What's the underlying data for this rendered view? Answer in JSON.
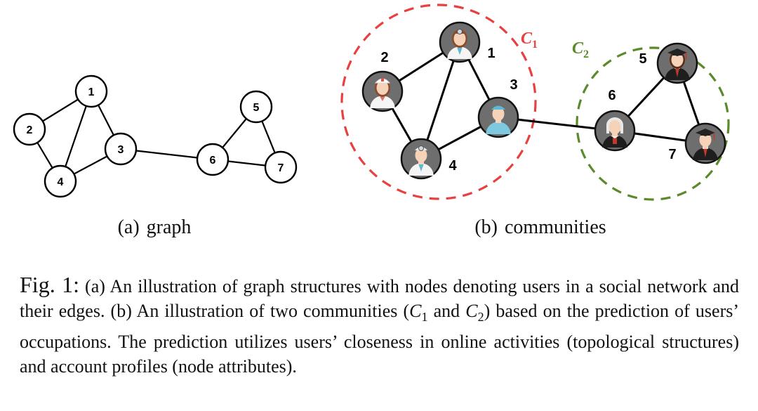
{
  "panel_a": {
    "nodes": [
      {
        "id": "1",
        "label": "1"
      },
      {
        "id": "2",
        "label": "2"
      },
      {
        "id": "3",
        "label": "3"
      },
      {
        "id": "4",
        "label": "4"
      },
      {
        "id": "5",
        "label": "5"
      },
      {
        "id": "6",
        "label": "6"
      },
      {
        "id": "7",
        "label": "7"
      }
    ],
    "edges": [
      [
        "1",
        "2"
      ],
      [
        "1",
        "3"
      ],
      [
        "1",
        "4"
      ],
      [
        "2",
        "4"
      ],
      [
        "3",
        "4"
      ],
      [
        "3",
        "6"
      ],
      [
        "5",
        "6"
      ],
      [
        "5",
        "7"
      ],
      [
        "6",
        "7"
      ]
    ],
    "subcaption_tag": "(a)",
    "subcaption_text": "graph"
  },
  "panel_b": {
    "nodes": [
      {
        "id": "1",
        "label": "1",
        "icon": "doctor-female-icon"
      },
      {
        "id": "2",
        "label": "2",
        "icon": "nurse-female-icon"
      },
      {
        "id": "3",
        "label": "3",
        "icon": "nurse-male-icon"
      },
      {
        "id": "4",
        "label": "4",
        "icon": "doctor-male-icon"
      },
      {
        "id": "5",
        "label": "5",
        "icon": "graduate-female-icon"
      },
      {
        "id": "6",
        "label": "6",
        "icon": "judge-icon"
      },
      {
        "id": "7",
        "label": "7",
        "icon": "graduate-male-icon"
      }
    ],
    "edges": [
      [
        "1",
        "2"
      ],
      [
        "1",
        "3"
      ],
      [
        "1",
        "4"
      ],
      [
        "2",
        "4"
      ],
      [
        "3",
        "4"
      ],
      [
        "3",
        "6"
      ],
      [
        "5",
        "6"
      ],
      [
        "5",
        "7"
      ],
      [
        "6",
        "7"
      ]
    ],
    "communities": [
      {
        "name": "C",
        "sub": "1",
        "color": "#e8403f"
      },
      {
        "name": "C",
        "sub": "2",
        "color": "#5a8a2a"
      }
    ],
    "subcaption_tag": "(b)",
    "subcaption_text": "communities"
  },
  "caption": {
    "fig_label": "Fig. 1:",
    "part1": " (a) An illustration of graph structures with nodes denoting users in a social network and their edges. (b) An illustration of two communities (",
    "c1_name": "C",
    "c1_sub": "1",
    "and_word": " and ",
    "c2_name": "C",
    "c2_sub": "2",
    "part2": ") based on the prediction of users’ occupations. The prediction utilizes users’ closeness in online activities (topological structures) and account profiles (node attributes)."
  }
}
